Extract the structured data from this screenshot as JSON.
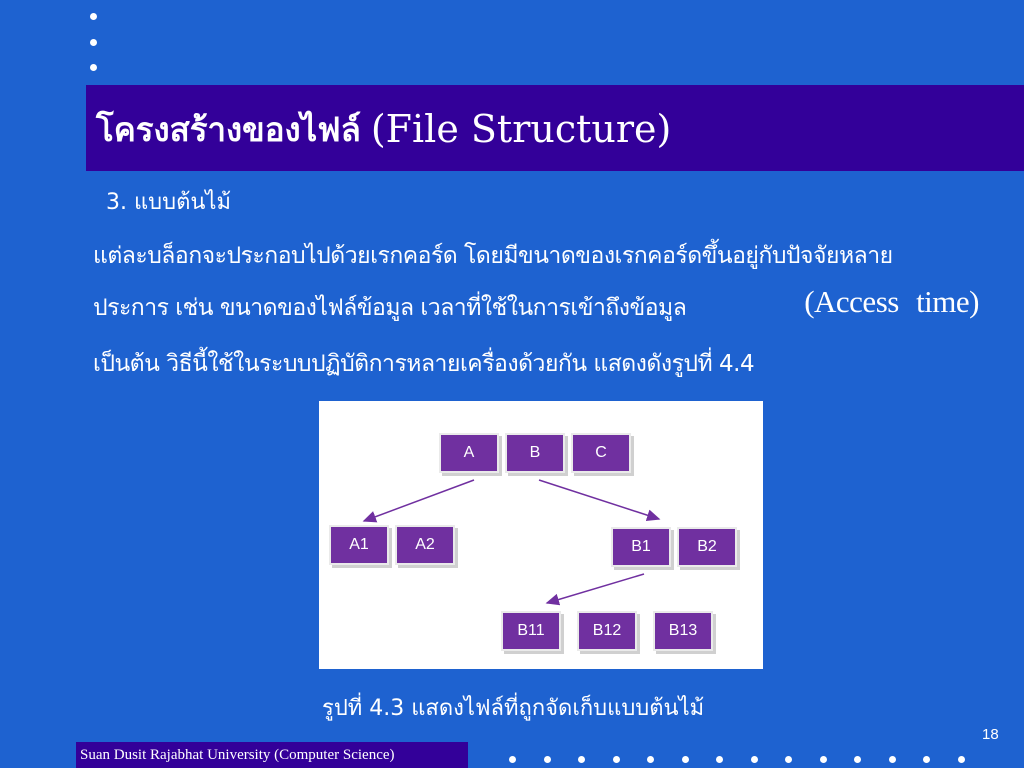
{
  "slide": {
    "title_thai": "โครงสร้างของไฟล์",
    "title_en": "(File Structure)",
    "subheading": "3. แบบต้นไม้",
    "body": {
      "line1": "แต่ละบล็อกจะประกอบไปด้วยเรกคอร์ด โดยมีขนาดของเรกคอร์ดขึ้นอยู่กับปัจจัยหลาย",
      "line2_thai": "ประการ เช่น ขนาดของไฟล์ข้อมูล เวลาที่ใช้ในการเข้าถึงข้อมูล",
      "line2_en": "(Access time)",
      "line3": "เป็นต้น วิธีนี้ใช้ในระบบปฏิบัติการหลายเครื่องด้วยกัน แสดงดังรูปที่ 4.4"
    },
    "figure": {
      "root": [
        "A",
        "B",
        "C"
      ],
      "left_child": [
        "A1",
        "A2"
      ],
      "right_child": [
        "B1",
        "B2"
      ],
      "grandchild": [
        "B11",
        "B12",
        "B13"
      ]
    },
    "caption": "รูปที่ 4.3 แสดงไฟล์ที่ถูกจัดเก็บแบบต้นไม้",
    "page_number": "18",
    "footer": "Suan Dusit Rajabhat University (Computer Science)"
  }
}
